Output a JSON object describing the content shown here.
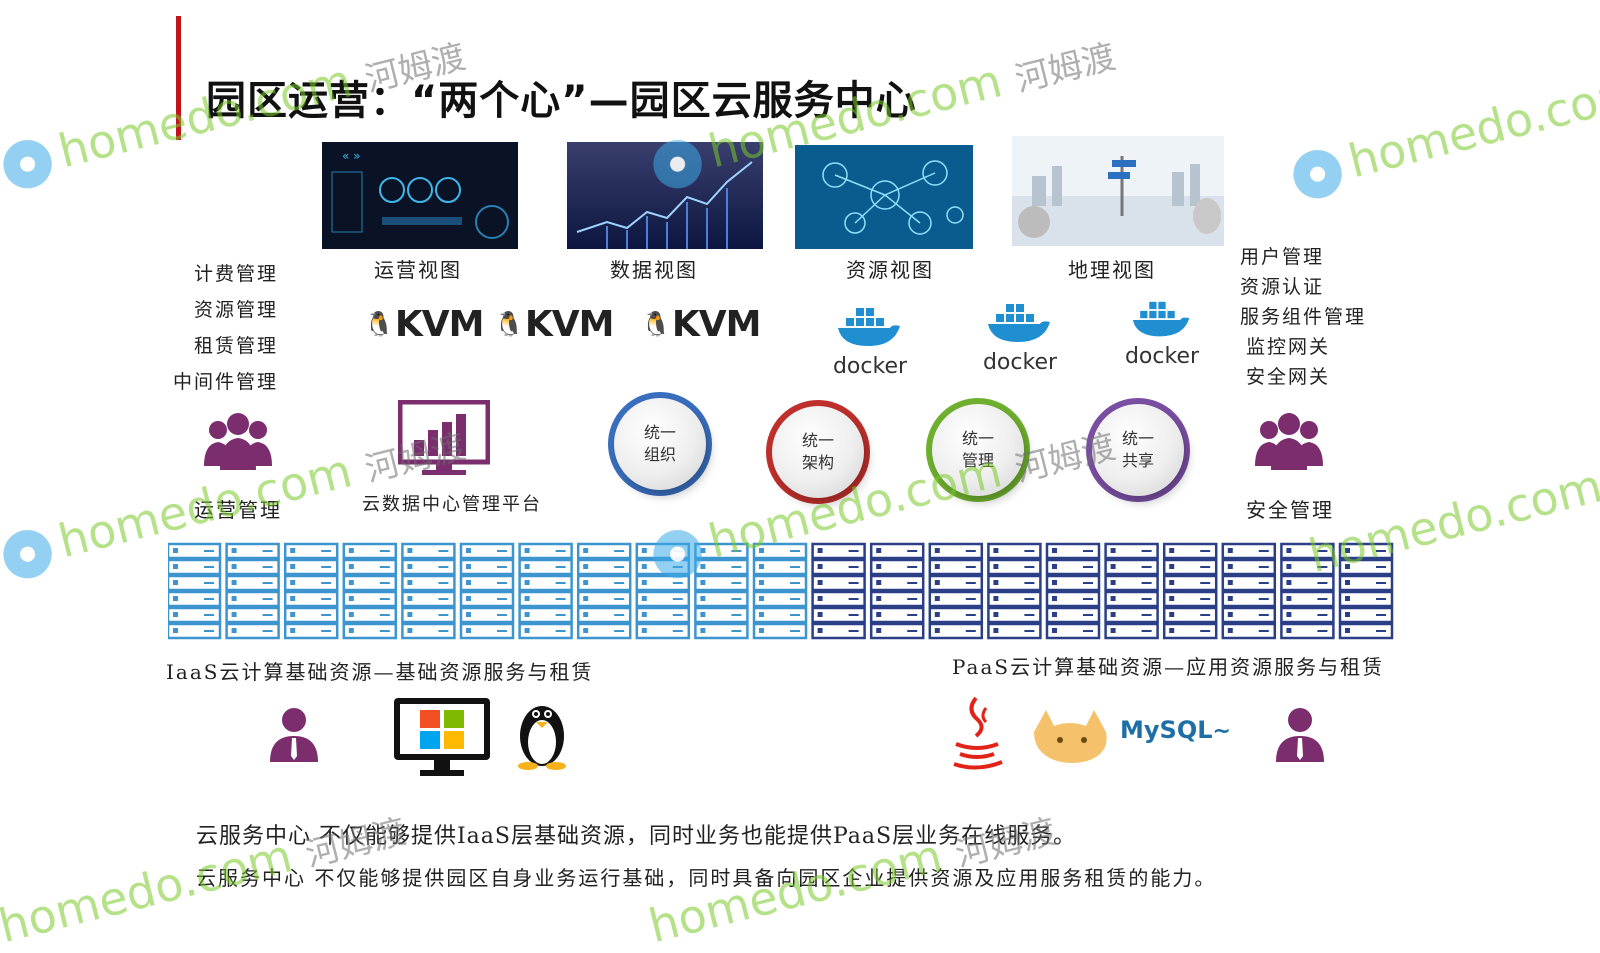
{
  "title": "园区运营：“两个心”—园区云服务中心",
  "views": [
    {
      "label": "运营视图"
    },
    {
      "label": "数据视图"
    },
    {
      "label": "资源视图"
    },
    {
      "label": "地理视图"
    }
  ],
  "left_list": [
    "计费管理",
    "资源管理",
    "租赁管理",
    "中间件管理"
  ],
  "right_list": [
    "用户管理",
    "资源认证",
    "服务组件管理",
    "监控网关",
    "安全网关"
  ],
  "kvm_label": "KVM",
  "docker_label": "docker",
  "circles": [
    {
      "text": "统一\n组织",
      "color": "#3a6fbf"
    },
    {
      "text": "统一\n架构",
      "color": "#c0302c"
    },
    {
      "text": "统一\n管理",
      "color": "#6fb12e"
    },
    {
      "text": "统一\n共享",
      "color": "#7a4fa3"
    }
  ],
  "ops_label": "运营管理",
  "platform_label": "云数据中心管理平台",
  "security_label": "安全管理",
  "iaas_label": "IaaS云计算基础资源—基础资源服务与租赁",
  "paas_label": "PaaS云计算基础资源—应用资源服务与租赁",
  "mysql_label": "MySQL",
  "footer_lines": [
    "云服务中心   不仅能够提供IaaS层基础资源，同时业务也能提供PaaS层业务在线服务。",
    "云服务中心   不仅能够提供园区自身业务运行基础，同时具备向园区企业提供资源及应用服务租赁的能力。"
  ],
  "watermark": {
    "latin": "homedo.com",
    "cn": "河姆渡"
  },
  "colors": {
    "iaas": "#3d95cf",
    "paas": "#2a3f86",
    "purple": "#7b2d6e",
    "title_bar": "#c0141c"
  }
}
